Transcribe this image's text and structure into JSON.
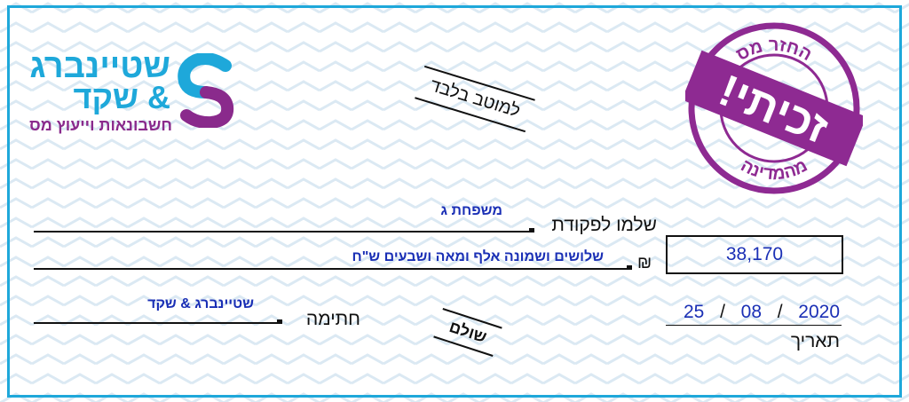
{
  "logo": {
    "name_line1": "שטיינברג",
    "name_line2": "& שקד",
    "tagline": "חשבונאות וייעוץ מס",
    "primary_color": "#1ea8da",
    "secondary_color": "#8a2a8c"
  },
  "crossing_stamp": "למוטב בלבד",
  "tax_stamp": {
    "top_text": "החזר מס",
    "center_text": "זכיתי!",
    "bottom_text": "מהמדינה",
    "color": "#8e2a92"
  },
  "payee": {
    "label": "שלמו לפקודת",
    "value": "משפחת ג"
  },
  "amount_words": {
    "currency_symbol": "₪",
    "value": "שלושים ושמונה אלף ומאה ושבעים ש\"ח"
  },
  "amount_numeric": "38,170",
  "date": {
    "day": "25",
    "month": "08",
    "year": "2020",
    "separator": "/",
    "label": "תאריך"
  },
  "signature": {
    "label": "חתימה",
    "value": "שטיינברג & שקד"
  },
  "paid_stamp": "שולם",
  "fill_color": "#1a2fb5"
}
